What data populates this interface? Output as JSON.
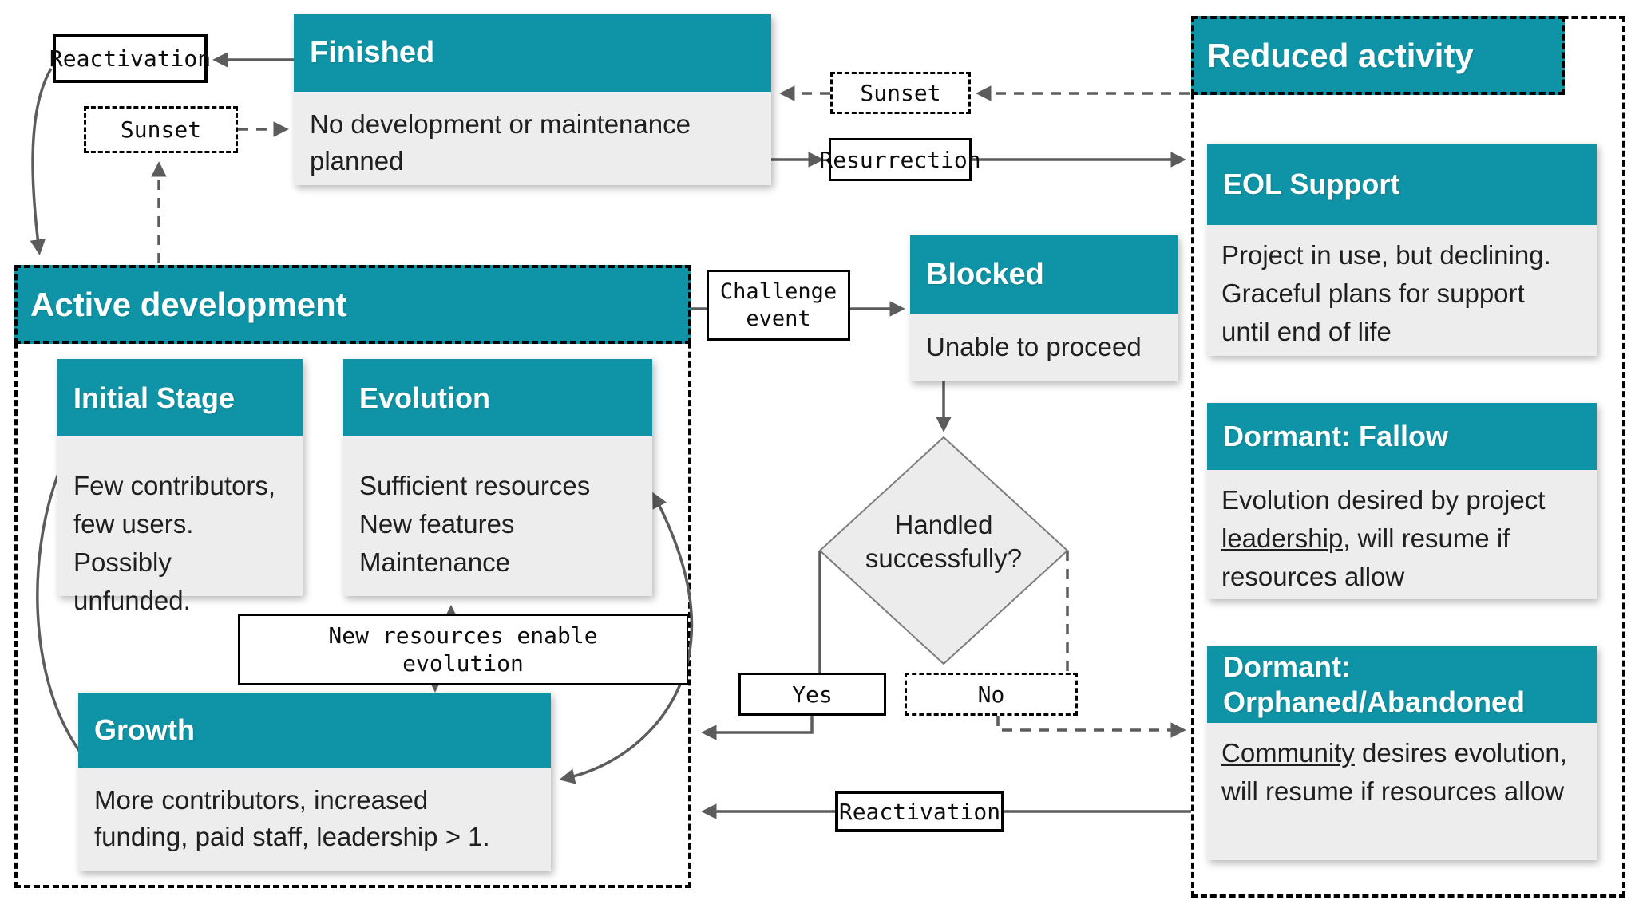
{
  "colors": {
    "teal": "#0e94a6",
    "panel_gray": "#ededed",
    "arrow_gray": "#5c5c5c",
    "border_black": "#000000"
  },
  "finished": {
    "title": "Finished",
    "body": "No development or maintenance\nplanned"
  },
  "active_development": {
    "title": "Active development",
    "initial_stage": {
      "title": "Initial Stage",
      "body": "Few contributors,\nfew users.\nPossibly unfunded."
    },
    "evolution": {
      "title": "Evolution",
      "body": "Sufficient resources\nNew features\nMaintenance"
    },
    "growth": {
      "title": "Growth",
      "body": "More contributors, increased\nfunding, paid staff, leadership > 1."
    }
  },
  "blocked": {
    "title": "Blocked",
    "body": "Unable to proceed"
  },
  "decision": {
    "question": "Handled\nsuccessfully?"
  },
  "reduced_activity": {
    "title": "Reduced activity",
    "eol_support": {
      "title": "EOL Support",
      "body": "Project in use, but declining.\nGraceful plans for support\nuntil end of life"
    },
    "dormant_fallow": {
      "title": "Dormant: Fallow",
      "body_pre": "Evolution desired by project ",
      "body_underlined": "leadership,",
      "body_post": " will resume if resources allow"
    },
    "dormant_orphaned": {
      "title": "Dormant:\nOrphaned/Abandoned",
      "body_underlined": "Community",
      "body_post": " desires evolution, will resume if resources allow"
    }
  },
  "labels": {
    "reactivation_top": "Reactivation",
    "sunset_left": "Sunset",
    "sunset_right": "Sunset",
    "resurrection": "Resurrection",
    "challenge_event": "Challenge\nevent",
    "new_resources": "New resources enable\nevolution",
    "yes": "Yes",
    "no": "No",
    "reactivation_bottom": "Reactivation"
  }
}
